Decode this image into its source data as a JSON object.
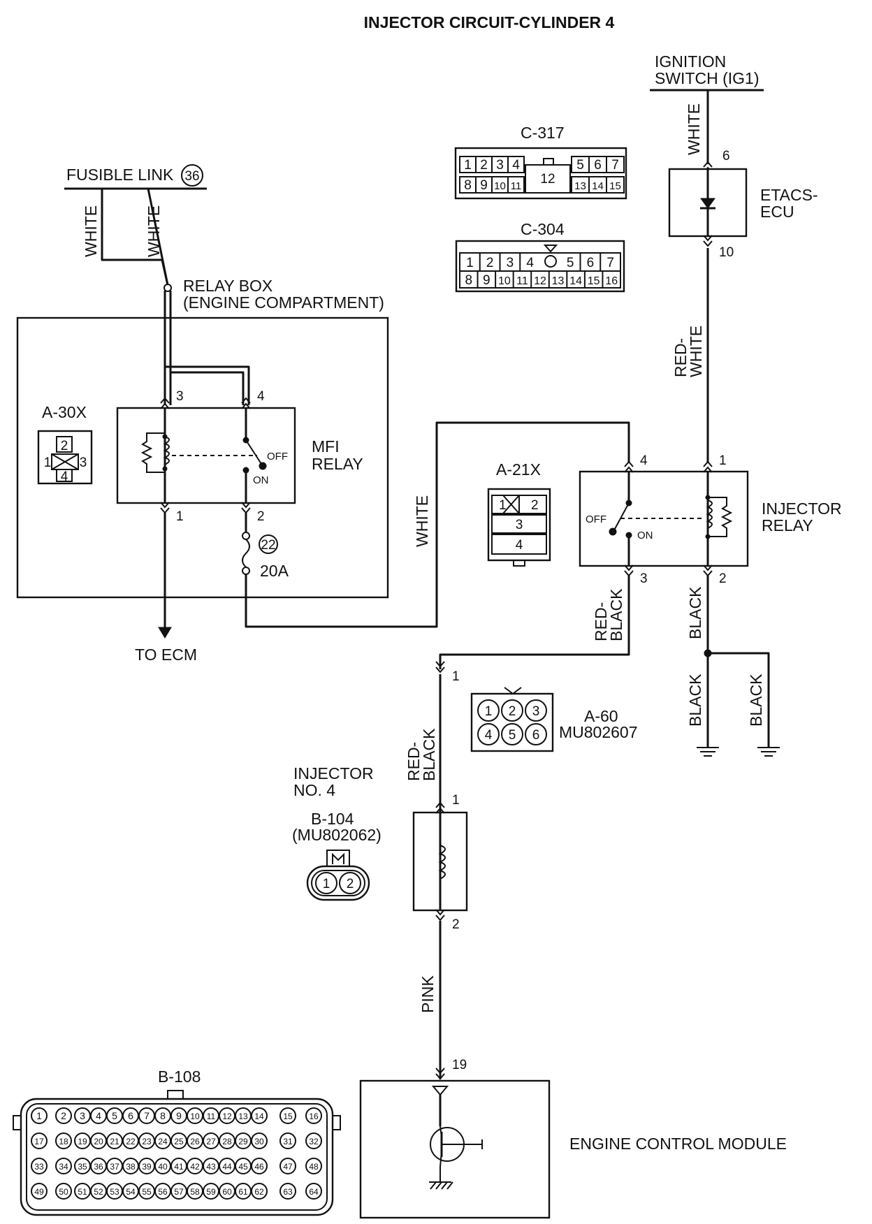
{
  "title": "INJECTOR CIRCUIT-CYLINDER 4",
  "power": {
    "ignition_line1": "IGNITION",
    "ignition_line2": "SWITCH (IG1)",
    "fusible_link": "FUSIBLE LINK",
    "fusible_link_no": "36"
  },
  "relay_box": {
    "line1": "RELAY BOX",
    "line2": "(ENGINE COMPARTMENT)"
  },
  "mfi_relay": {
    "line1": "MFI",
    "line2": "RELAY",
    "off": "OFF",
    "on": "ON",
    "pin1": "1",
    "pin2": "2",
    "pin3": "3",
    "pin4": "4"
  },
  "fuse": {
    "number": "22",
    "rating": "20A"
  },
  "to_ecm": "TO ECM",
  "etacs": {
    "line1": "ETACS-",
    "line2": "ECU",
    "pin_in": "6",
    "pin_out": "10"
  },
  "injector_relay": {
    "line1": "INJECTOR",
    "line2": "RELAY",
    "off": "OFF",
    "on": "ON",
    "pin1": "1",
    "pin2": "2",
    "pin3": "3",
    "pin4": "4"
  },
  "wires": {
    "white": "WHITE",
    "red_white_1": "RED-",
    "red_white_2": "WHITE",
    "red_black_1": "RED-",
    "red_black_2": "BLACK",
    "black": "BLACK",
    "pink": "PINK"
  },
  "connectors": {
    "c317": {
      "label": "C-317",
      "top": [
        "1",
        "2",
        "3",
        "4"
      ],
      "middle": "12",
      "top_right": [
        "5",
        "6",
        "7"
      ],
      "bottom": [
        "8",
        "9",
        "10",
        "11"
      ],
      "bottom_right": [
        "13",
        "14",
        "15"
      ]
    },
    "c304": {
      "label": "C-304",
      "top": [
        "1",
        "2",
        "3",
        "4",
        "",
        "5",
        "6",
        "7"
      ],
      "bottom": [
        "8",
        "9",
        "10",
        "11",
        "12",
        "13",
        "14",
        "15",
        "16"
      ]
    },
    "a30x": {
      "label": "A-30X",
      "pins": [
        "1",
        "2",
        "3",
        "4"
      ]
    },
    "a21x": {
      "label": "A-21X",
      "pins": [
        "1",
        "2",
        "3",
        "4"
      ]
    },
    "a60": {
      "label": "A-60",
      "part": "MU802607",
      "pins": [
        "1",
        "2",
        "3",
        "4",
        "5",
        "6"
      ]
    },
    "b104": {
      "label": "B-104",
      "part": "(MU802062)",
      "pins": [
        "1",
        "2"
      ]
    },
    "b108": {
      "label": "B-108"
    }
  },
  "injector": {
    "line1": "INJECTOR",
    "line2": "NO. 4",
    "pin1": "1",
    "pin2": "2",
    "a60_pin": "1"
  },
  "ecm": {
    "label": "ENGINE CONTROL MODULE",
    "pin": "19"
  }
}
